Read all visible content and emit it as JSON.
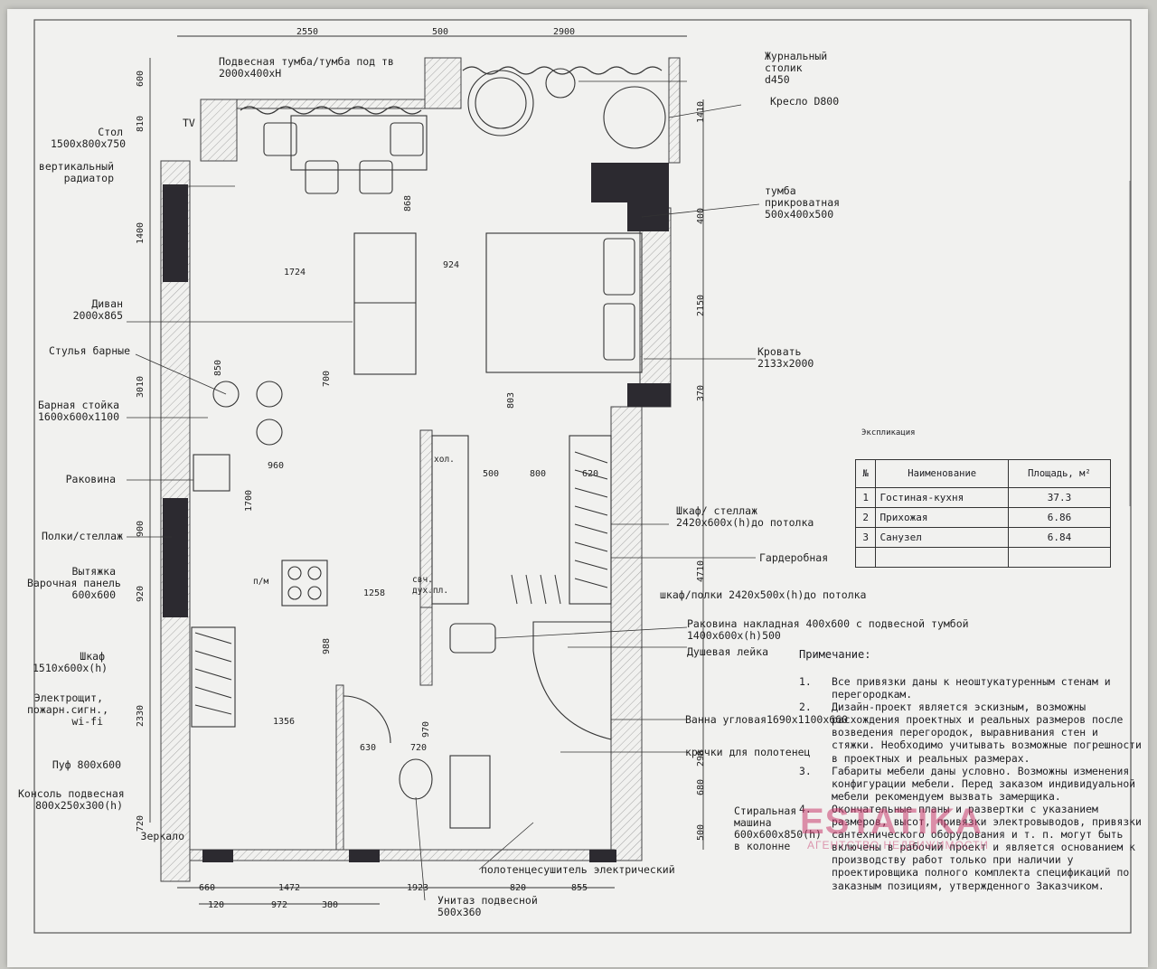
{
  "labels": {
    "tv_stand": "Подвесная тумба/тумба под тв\n2000x400xH",
    "tv": "TV",
    "table": "Стол\n1500x800x750",
    "radiator": "вертикальный\nрадиатор",
    "sofa": "Диван\n2000x865",
    "bar_chairs": "Стулья барные",
    "bar_counter": "Барная стойка\n1600x600x1100",
    "sink": "Раковина",
    "shelves": "Полки/стеллаж",
    "hood": "Вытяжка\nВарочная панель\n600x600",
    "wardrobe": "Шкаф\n1510x600x(h)",
    "panel": "Электрощит,\nпожарн.сигн.,\nwi-fi",
    "pouf": "Пуф 800x600",
    "console": "Консоль подвесная\n800x250x300(h)",
    "mirror": "Зеркало",
    "coffee_table": "Журнальный\nстолик\nd450",
    "armchair": "Кресло D800",
    "nightstand": "тумба\nприкроватная\n500x400x500",
    "bed": "Кровать\n2133x2000",
    "cabinet_rack": "Шкаф/ стеллаж\n2420x600x(h)до потолка",
    "dressing": "Гардеробная",
    "cabinet_shelves": "шкаф/полки 2420x500x(h)до потолка",
    "sink_overlay": "Раковина накладная 400x600 с подвесной тумбой\n1400x600x(h)500",
    "shower": "Душевая лейка",
    "bathtub": "Ванна угловая1690x1100x660",
    "hooks": "крючки для полотенец",
    "washer": "Стиральная\nмашина\n600x600x850(h)\nв колонне",
    "towel_dryer": "полотенцесушитель электрический",
    "toilet": "Унитаз подвесной\n500x360",
    "fridge": "хол.",
    "microwave": "свч.\nдух.пл.",
    "pm": "п/м"
  },
  "dims": {
    "top": [
      "2550",
      "500",
      "2900"
    ],
    "left": [
      "600",
      "810",
      "1400",
      "3010",
      "900",
      "920",
      "2330",
      "720"
    ],
    "right": [
      "1410",
      "400",
      "2150",
      "370",
      "4710",
      "290",
      "680",
      "500"
    ],
    "bottom1": [
      "660",
      "1472",
      "1923",
      "820",
      "855"
    ],
    "bottom2": [
      "120",
      "972",
      "380"
    ],
    "inner": {
      "d868": "868",
      "d1724": "1724",
      "d924": "924",
      "d850": "850",
      "d700": "700",
      "d803": "803",
      "d960": "960",
      "d1700": "1700",
      "d500": "500",
      "d800": "800",
      "d620": "620",
      "d1258": "1258",
      "d988": "988",
      "d1356": "1356",
      "d970": "970",
      "d630": "630",
      "d720": "720"
    }
  },
  "explication": {
    "title": "Экспликация",
    "headers": [
      "№",
      "Наименование",
      "Площадь, м²"
    ],
    "rows": [
      {
        "n": "1",
        "name": "Гостиная-кухня",
        "area": "37.3"
      },
      {
        "n": "2",
        "name": "Прихожая",
        "area": "6.86"
      },
      {
        "n": "3",
        "name": "Санузел",
        "area": "6.84"
      },
      {
        "n": "",
        "name": "",
        "area": ""
      }
    ]
  },
  "notes_title": "Примечание:",
  "notes": [
    {
      "n": "1.",
      "text": "Все привязки даны к неоштукатуренным стенам и перегородкам."
    },
    {
      "n": "2.",
      "text": "Дизайн-проект является эскизным, возможны расхождения проектных и реальных размеров после возведения перегородок, выравнивания стен и стяжки. Необходимо учитывать возможные погрешности в проектных и реальных размерах."
    },
    {
      "n": "3.",
      "text": "Габариты мебели даны условно. Возможны изменения конфигурации мебели. Перед заказом индивидуальной мебели рекомендуем вызвать замерщика."
    },
    {
      "n": "4.",
      "text": "Окончательные планы и развертки с указанием размеров, высот, привязки электровыводов, привязки сантехнического оборудования и т. п. могут быть включены в рабочий проект и является основанием к производству работ только при наличии у проектировщика полного комплекта спецификаций по заказным позициям, утвержденного Заказчиком."
    }
  ],
  "watermark": "ESTATIKA",
  "watermark_sub": "АГЕНТСТВО НЕДВИЖИМОСТИ",
  "colors": {
    "wall": "#3a3a40",
    "column": "#2c2a30",
    "hatch": "#9a9a9a",
    "watermark": "#c83c6e"
  }
}
